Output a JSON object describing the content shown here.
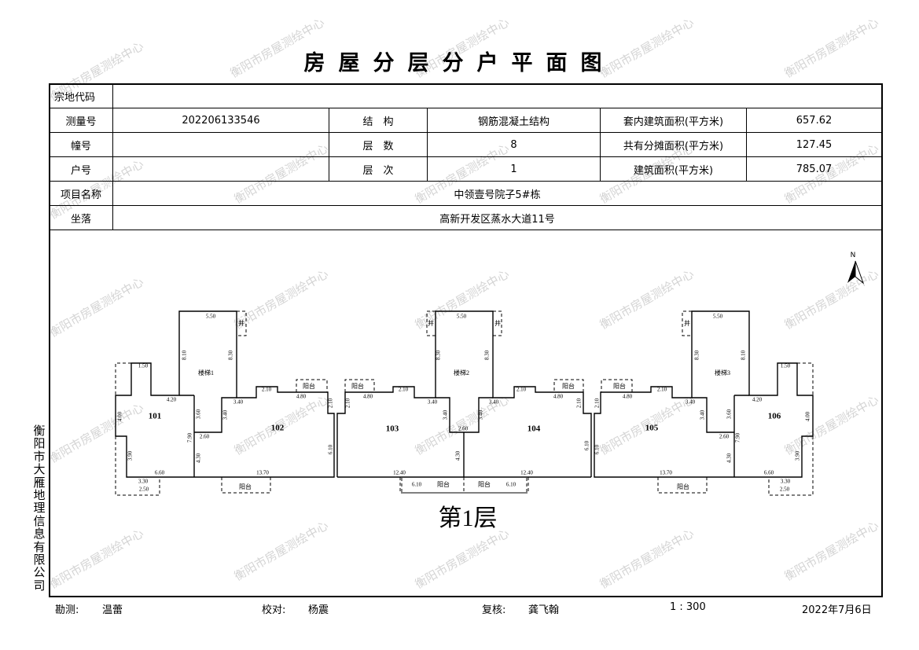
{
  "title": "房屋分层分户平面图",
  "watermark": "衡阳市房屋测绘中心",
  "company": "衡阳市大雁地理信息有限公司",
  "info": {
    "parcel_code_label": "宗地代码",
    "parcel_code": "",
    "survey_no_label": "测量号",
    "survey_no": "202206133546",
    "structure_label": "结　构",
    "structure": "钢筋混凝土结构",
    "inner_area_label": "套内建筑面积(平方米)",
    "inner_area": "657.62",
    "building_no_label": "幢号",
    "building_no": "",
    "floors_label": "层　数",
    "floors": "8",
    "shared_area_label": "共有分摊面积(平方米)",
    "shared_area": "127.45",
    "unit_no_label": "户号",
    "unit_no": "",
    "floor_label": "层　次",
    "floor": "1",
    "total_area_label": "建筑面积(平方米)",
    "total_area": "785.07",
    "project_label": "项目名称",
    "project": "中领壹号院子5#栋",
    "location_label": "坐落",
    "location": "高新开发区蒸水大道11号"
  },
  "plan": {
    "floor_title": "第1层",
    "north": "N",
    "rooms": [
      "101",
      "102",
      "103",
      "104",
      "105",
      "106"
    ],
    "stairs": [
      "楼梯1",
      "楼梯2",
      "楼梯3"
    ],
    "balcony": "阳台",
    "shaft": "井",
    "side_dims": [
      "5.50",
      "8.10",
      "8.30",
      "1.50",
      "4.20",
      "3.60",
      "3.40",
      "3.40",
      "2.10",
      "4.80",
      "2.60",
      "7.90",
      "4.30",
      "4.00",
      "3.90",
      "6.60",
      "13.70",
      "3.30",
      "2.50",
      "2.10",
      "6.10"
    ],
    "mid_dims": [
      "5.50",
      "8.30",
      "8.30",
      "4.80",
      "2.10",
      "3.40",
      "3.40",
      "2.60",
      "3.40",
      "3.40",
      "2.10",
      "4.80",
      "2.10",
      "2.10",
      "6.10",
      "4.30",
      "12.40",
      "12.40",
      "6.10",
      "6.10"
    ]
  },
  "footer": {
    "surveyor_label": "勘测:",
    "surveyor": "温蕾",
    "checker_label": "校对:",
    "checker": "杨震",
    "reviewer_label": "复核:",
    "reviewer": "龚飞翰",
    "scale": "1 : 300",
    "date": "2022年7月6日"
  }
}
